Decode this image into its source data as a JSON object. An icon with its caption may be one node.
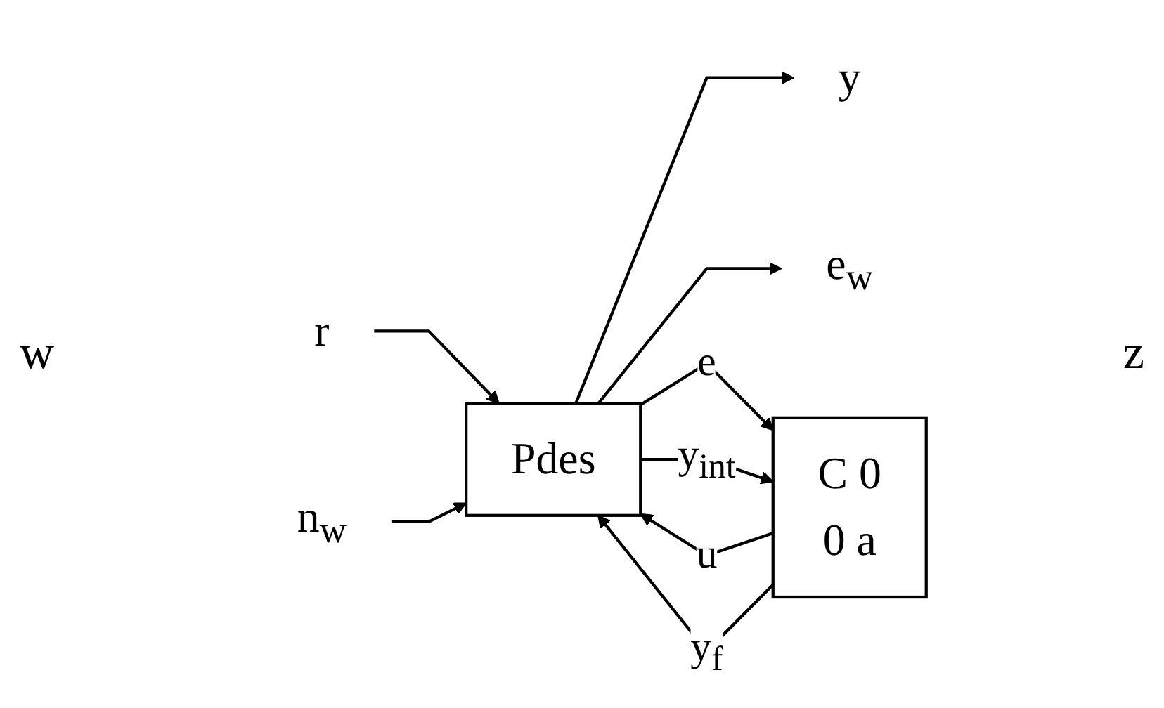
{
  "diagram": {
    "nodes": [
      {
        "text": [
          "r"
        ]
      },
      {
        "text": [
          "n$_{w}$"
        ]
      },
      {
        "text": [
          "Pdes"
        ]
      },
      {
        "text": [
          "y"
        ]
      },
      {
        "text": [
          "e$_{w}$"
        ]
      },
      {
        "text": [
          "C 0",
          "0 a"
        ]
      }
    ],
    "edges": [
      {
        "from": 0,
        "to": 2,
        "arrow": "to"
      },
      {
        "from": 1,
        "to": 2,
        "arrow": "to"
      },
      {
        "from": 2,
        "to": 3,
        "arrow": "to"
      },
      {
        "from": 2,
        "to": 4,
        "arrow": "to"
      },
      {
        "from": 5,
        "to": 2,
        "arrow": "to",
        "label": "u"
      },
      {
        "from": 5,
        "to": 2,
        "arrow": "to",
        "label": "y$_{f}$"
      },
      {
        "from": 2,
        "to": 5,
        "arrow": "to",
        "label": "e"
      },
      {
        "from": 2,
        "to": 5,
        "arrow": "to",
        "label": "y$_{int}$"
      }
    ],
    "labels": [
      "w",
      "z"
    ]
  }
}
